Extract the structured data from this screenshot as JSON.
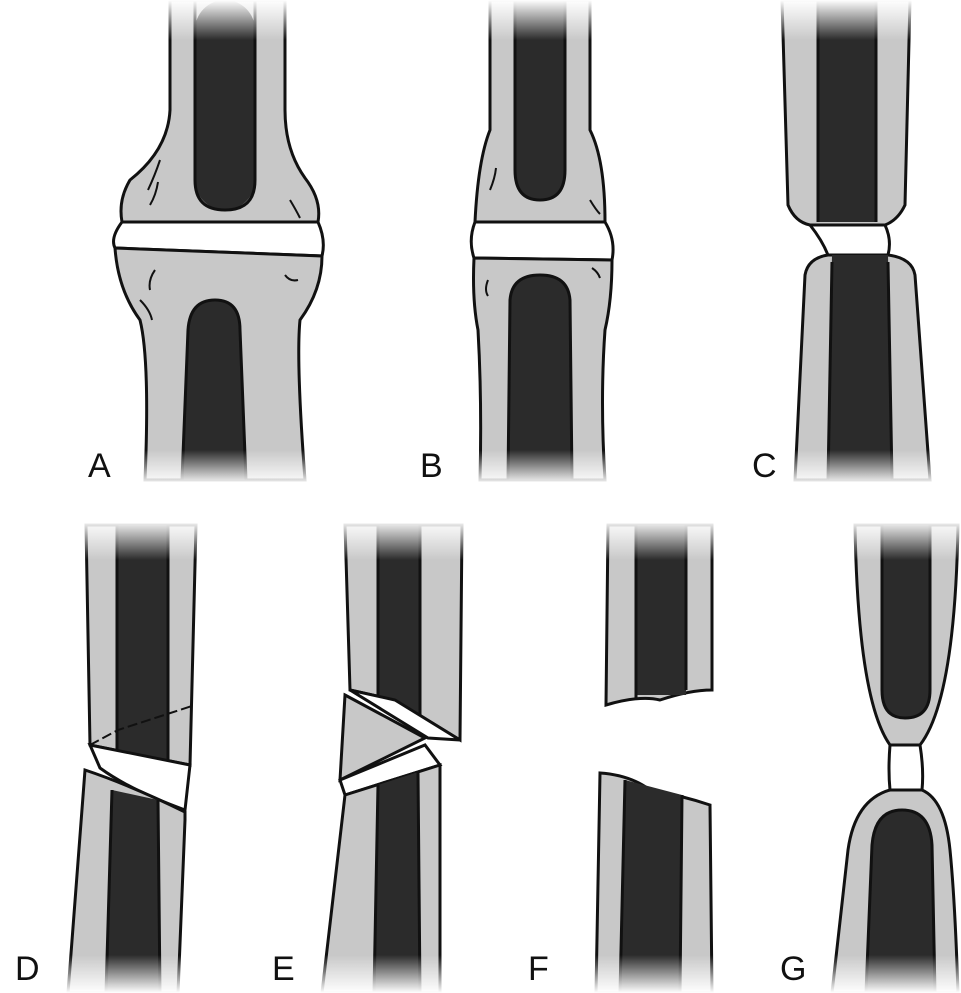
{
  "figure": {
    "panels": [
      {
        "label": "A"
      },
      {
        "label": "B"
      },
      {
        "label": "C"
      },
      {
        "label": "D"
      },
      {
        "label": "E"
      },
      {
        "label": "F"
      },
      {
        "label": "G"
      }
    ]
  },
  "colors": {
    "background": "#ffffff",
    "bone_cortex": "#c8c8c8",
    "marrow_cavity": "#2b2b2b",
    "outline": "#111111",
    "joint_gap": "#ffffff"
  }
}
